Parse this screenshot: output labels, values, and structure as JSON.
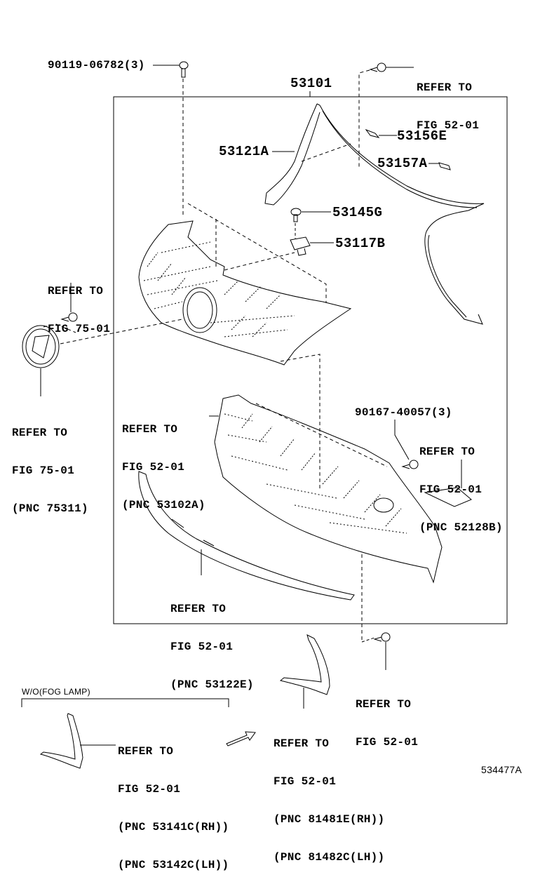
{
  "diagram": {
    "figure_id": "534477A",
    "main_assembly": "53101",
    "parts": [
      {
        "id": "bolt_top_left",
        "label": "90119-06782(3)"
      },
      {
        "id": "clip_top_right",
        "lines": [
          "REFER TO",
          "FIG 52-01"
        ]
      },
      {
        "id": "p53156e",
        "label": "53156E"
      },
      {
        "id": "p53121a",
        "label": "53121A"
      },
      {
        "id": "p53157a",
        "label": "53157A"
      },
      {
        "id": "p53145g",
        "label": "53145G"
      },
      {
        "id": "p53117b",
        "label": "53117B"
      },
      {
        "id": "screw_emblem",
        "lines": [
          "REFER TO",
          "FIG 75-01"
        ]
      },
      {
        "id": "emblem",
        "lines": [
          "REFER TO",
          "FIG 75-01",
          "(PNC 75311)"
        ]
      },
      {
        "id": "lower_grille",
        "lines": [
          "REFER TO",
          "FIG 52-01",
          "(PNC 53102A)"
        ]
      },
      {
        "id": "bolt_right",
        "label": "90167-40057(3)"
      },
      {
        "id": "bracket_right",
        "lines": [
          "REFER TO",
          "FIG 52-01",
          "(PNC 52128B)"
        ]
      },
      {
        "id": "molding_lower",
        "lines": [
          "REFER TO",
          "FIG 52-01",
          "(PNC 53122E)"
        ]
      },
      {
        "id": "clip_bottom",
        "lines": [
          "REFER TO",
          "FIG 52-01"
        ]
      },
      {
        "id": "fog_cover",
        "lines": [
          "REFER TO",
          "FIG 52-01",
          "(PNC 81481E(RH))",
          "(PNC 81482C(LH))"
        ]
      },
      {
        "id": "wo_fog_cover",
        "lines": [
          "REFER TO",
          "FIG 52-01",
          "(PNC 53141C(RH))",
          "(PNC 53142C(LH))"
        ]
      }
    ],
    "variant_box": {
      "label": "W/O(FOG LAMP)"
    }
  }
}
